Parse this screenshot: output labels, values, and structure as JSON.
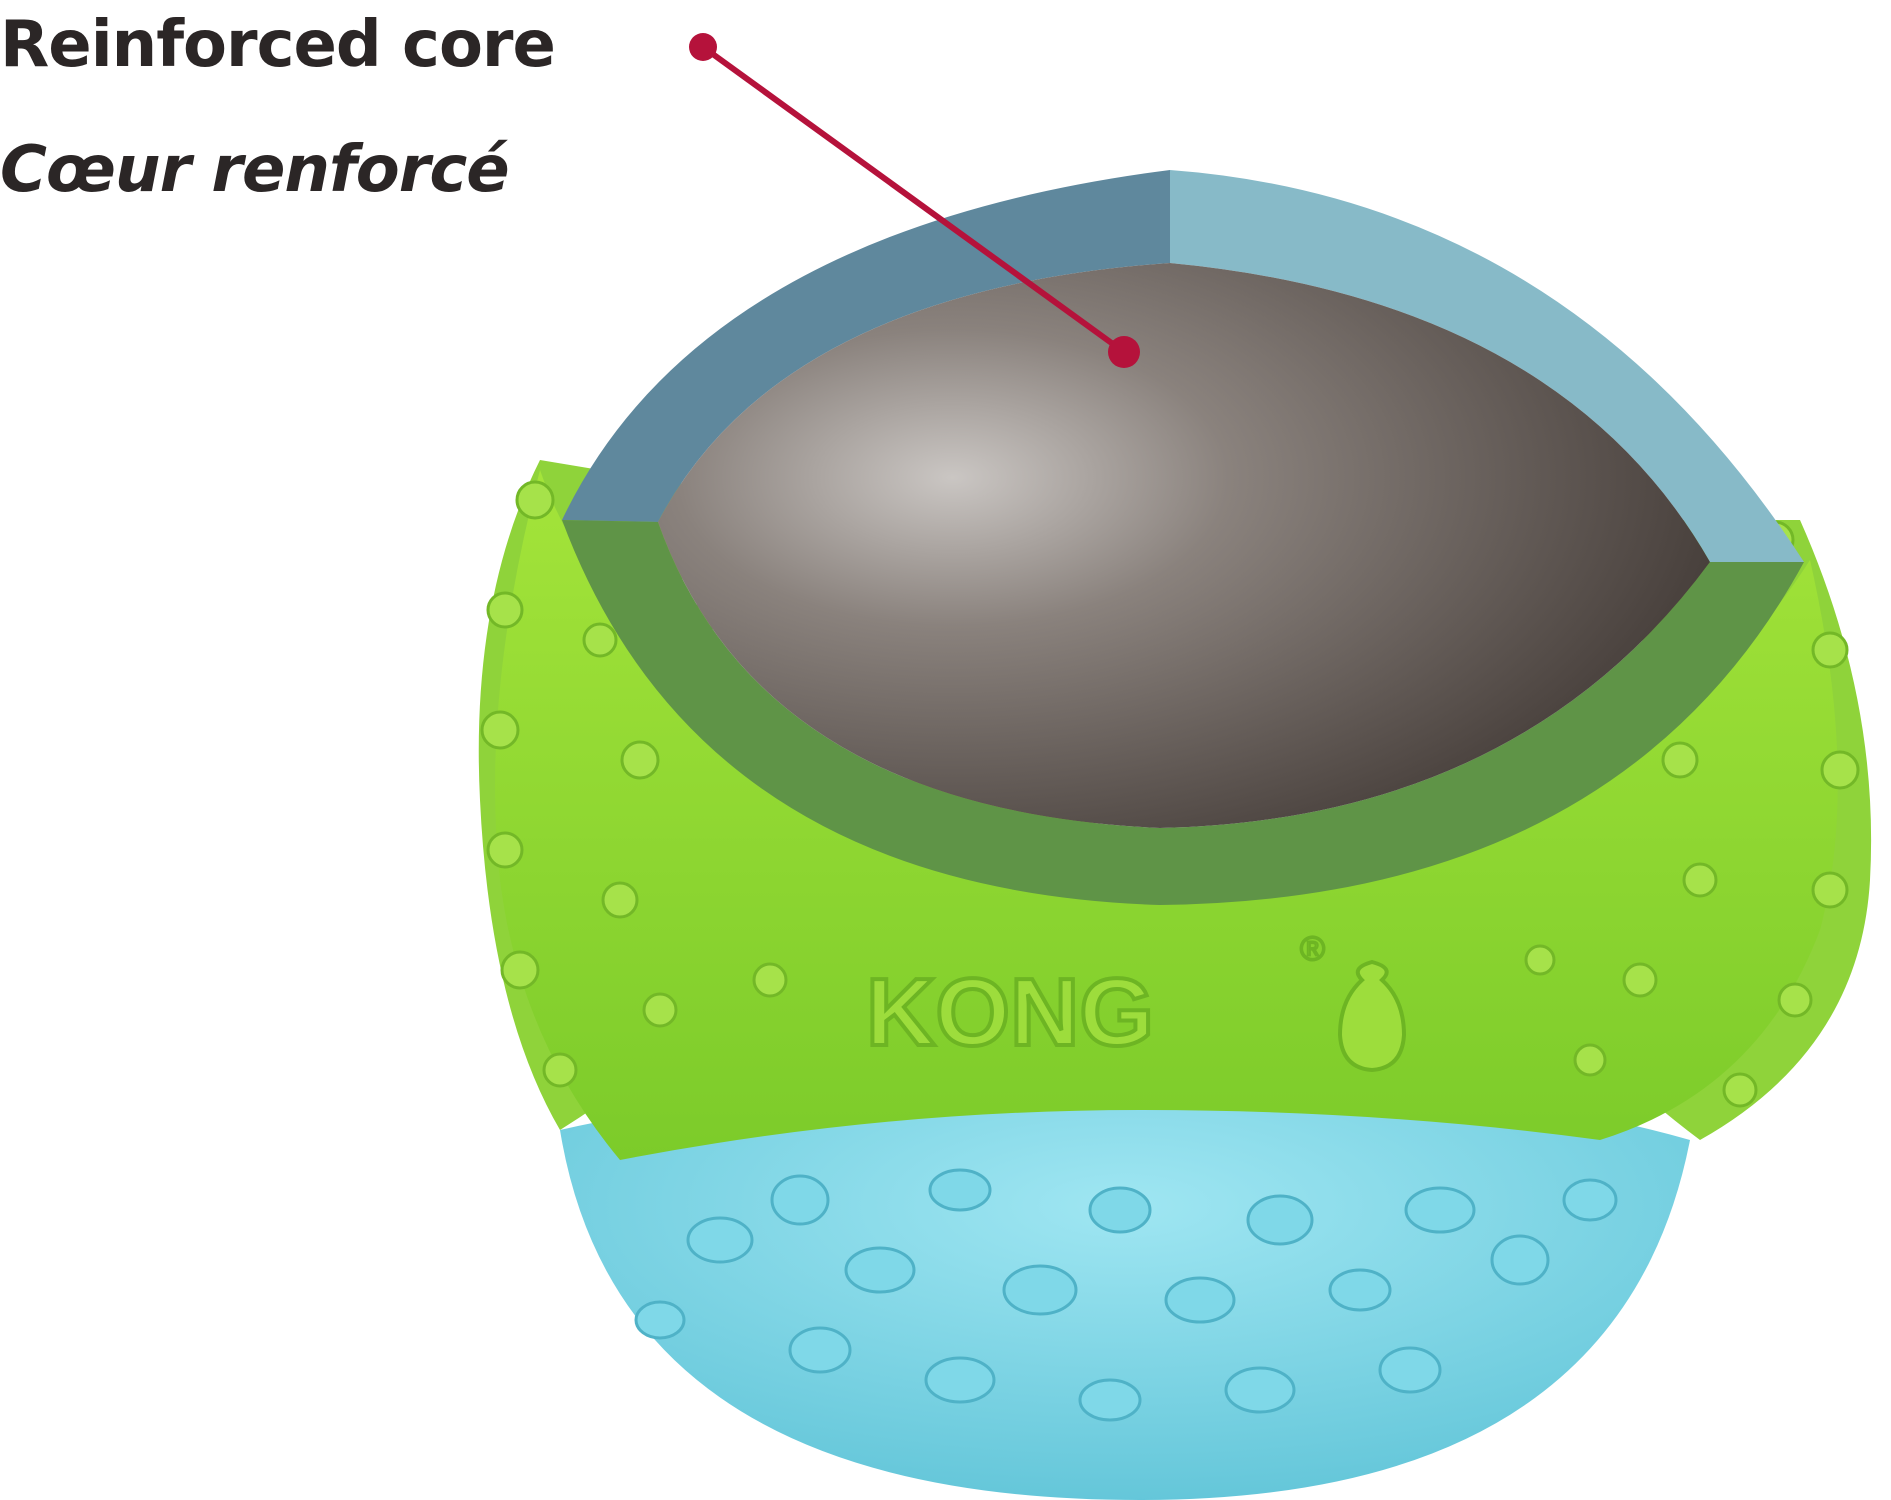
{
  "callout": {
    "label_en": "Reinforced core",
    "label_fr": "Cœur renforcé"
  },
  "product": {
    "brand_mark": "KONG",
    "registered_mark": "®"
  },
  "colors": {
    "callout_line": "#b5123b",
    "label_text": "#2b2626",
    "green_outer": "#8bd42e",
    "green_cut": "#5f9447",
    "blue_outer": "#6fcfe0",
    "blue_cut_left": "#5f889d",
    "blue_cut_right": "#87bac8",
    "core_dark": "#4a423e",
    "core_light": "#c9c5c2"
  }
}
